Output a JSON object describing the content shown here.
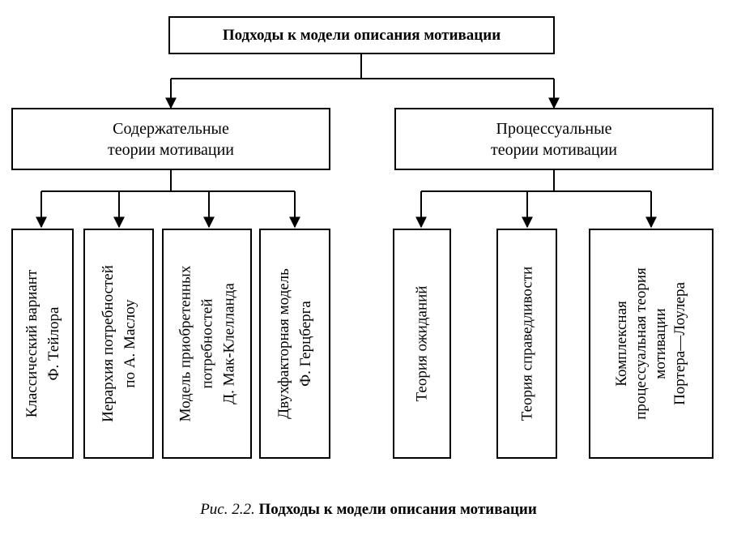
{
  "root": {
    "label": "Подходы к модели описания мотивации"
  },
  "groups": [
    {
      "lines": [
        "Содержательные",
        "теории мотивации"
      ]
    },
    {
      "lines": [
        "Процессуальные",
        "теории мотивации"
      ]
    }
  ],
  "content_theories": [
    {
      "lines": [
        "Классический вариант",
        "Ф. Тейлора"
      ]
    },
    {
      "lines": [
        "Иерархия потребностей",
        "по А. Маслоу"
      ]
    },
    {
      "lines": [
        "Модель приобретенных",
        "потребностей",
        "Д. Мак-Клелланда"
      ]
    },
    {
      "lines": [
        "Двухфакторная модель",
        "Ф. Герцберга"
      ]
    }
  ],
  "process_theories": [
    {
      "lines": [
        "Теория ожиданий"
      ]
    },
    {
      "lines": [
        "Теория справедливости"
      ]
    },
    {
      "lines": [
        "Комплексная",
        "процессуальная теория",
        "мотивации",
        "Портера—Лоулера"
      ]
    }
  ],
  "caption": {
    "prefix": "Рис. 2.2.",
    "title": "Подходы к модели описания мотивации"
  }
}
